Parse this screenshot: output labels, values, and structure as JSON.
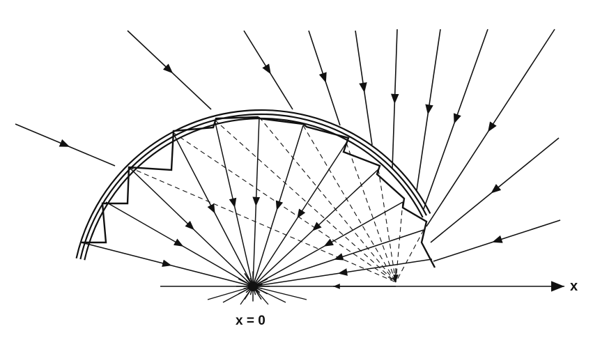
{
  "labels": {
    "x_axis": "x",
    "origin": "x = 0"
  },
  "colors": {
    "ink": "#111111",
    "background": "#ffffff"
  },
  "figure": {
    "description_free": true,
    "ray_count": 12
  }
}
